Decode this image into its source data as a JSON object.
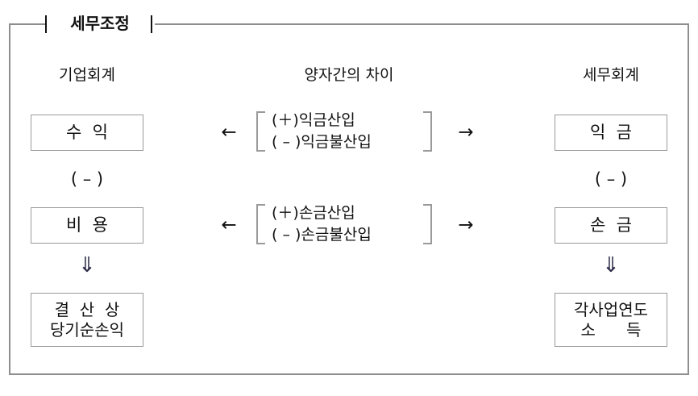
{
  "figure": {
    "title": "세무조정",
    "frame_color": "#8e8e8e",
    "box_border_color": "#9a9a9a",
    "text_color": "#111111"
  },
  "columns": {
    "left_heading": "기업회계",
    "middle_heading": "양자간의 차이",
    "right_heading": "세무회계"
  },
  "left": {
    "revenue": "수  익",
    "minus_operator": "( – )",
    "expense": "비  용",
    "down_arrow": "⇓",
    "result_line1": "결  산  상",
    "result_line2": "당기순손익"
  },
  "right": {
    "gain": "익  금",
    "minus_operator": "( – )",
    "loss": "손  금",
    "down_arrow": "⇓",
    "result_line1": "각사업연도",
    "result_line2": "소      득"
  },
  "middle": {
    "group1": {
      "open_bracket": "[",
      "close_bracket": "]",
      "line1": "(＋)익금산입",
      "line2": "( – )익금불산입",
      "arrow_left": "←",
      "arrow_right": "→"
    },
    "group2": {
      "open_bracket": "[",
      "close_bracket": "]",
      "line1": "(＋)손금산입",
      "line2": "( – )손금불산입",
      "arrow_left": "←",
      "arrow_right": "→"
    }
  }
}
